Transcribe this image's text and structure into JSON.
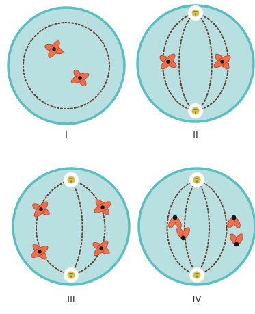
{
  "colors": {
    "cell_fill": "#b9e0e1",
    "cell_border": "#5bbfc2",
    "spindle": "#6b3f2a",
    "chromosome": "#ee6f4c",
    "chromosome_stroke": "#b2432c",
    "centromere": "#1a1a1a",
    "centrosome_halo": "#ffffff",
    "centriole": "#d4c24a"
  },
  "labels": {
    "panel_1": "I",
    "panel_2": "II",
    "panel_3": "III",
    "panel_4": "IV"
  },
  "panels": [
    {
      "id": "I",
      "contents": [
        "nuclear-envelope",
        "x-chromosome",
        "x-chromosome"
      ]
    },
    {
      "id": "II",
      "contents": [
        "centrosome",
        "centrosome",
        "spindle-fibers",
        "x-chromosome",
        "x-chromosome"
      ]
    },
    {
      "id": "III",
      "contents": [
        "centrosome",
        "centrosome",
        "spindle-fibers",
        "x-chromosome",
        "x-chromosome",
        "x-chromosome",
        "x-chromosome"
      ]
    },
    {
      "id": "IV",
      "contents": [
        "centrosome",
        "centrosome",
        "spindle-fibers",
        "v-chromatid",
        "v-chromatid",
        "v-chromatid",
        "v-chromatid"
      ]
    }
  ]
}
